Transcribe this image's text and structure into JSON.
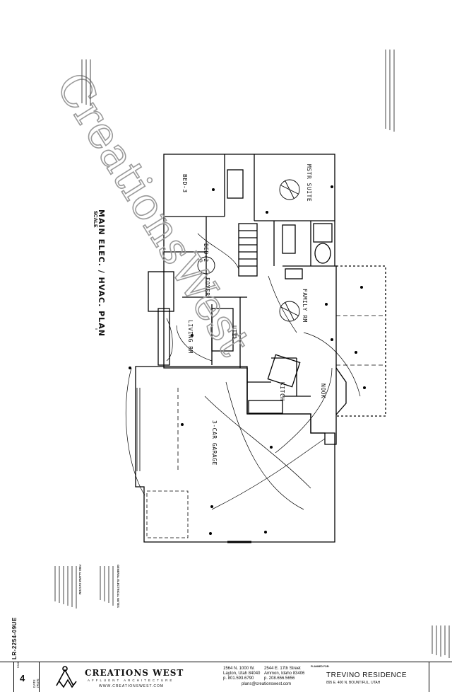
{
  "plan_title": "MAIN ELEC. / HVAC. PLAN",
  "scale_label": "SCALE",
  "watermark": "CreationsWest",
  "rooms": {
    "bed3": "BED-3",
    "bed2": "BED-2",
    "mstr_suite": "MSTR SUITE",
    "foyer": "FOYER",
    "family_rm": "FAMILY RM",
    "living_rm": "LIVING RM",
    "util": "UTIL",
    "kitch": "KITCH",
    "nook": "NOOK",
    "garage": "3-CAR GARAGE"
  },
  "notes_heading": "GENERAL ELECTRICAL NOTES",
  "smoke_heading": "FIRE ALARM SYSTEM",
  "title_block": {
    "plan_number_label": "PLAN NUMBER",
    "plan_number": "LR-2254-09UE",
    "page_label": "PAGE",
    "page_number": "4",
    "date_label": "DATE",
    "date": "05/09",
    "company": "CREATIONS WEST",
    "company_sub": "AFFLUENT ARCHITECTURE",
    "website": "WWW.CREATIONSWEST.COM",
    "office1_addr": "1564 N. 1000 W.",
    "office1_city": "Layton, Utah 84040",
    "office1_phone": "p. 801.593.6790",
    "office2_addr": "2544 E. 17th Street",
    "office2_city": "Ammon, Idaho 83406",
    "office2_phone": "p. 208.656.5656",
    "office_email": "plans@creationswest.com",
    "planned_for_label": "PLANNED FOR:",
    "residence": "TREVINO RESIDENCE",
    "residence_address": "895 E. 400 N. BOUNTIFUL, UTAH"
  }
}
